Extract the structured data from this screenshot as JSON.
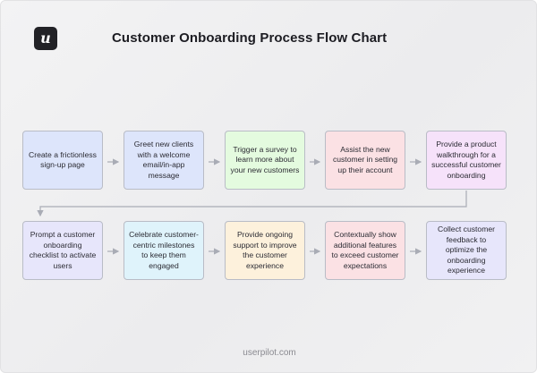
{
  "header": {
    "logo_glyph": "u",
    "title": "Customer Onboarding Process Flow Chart"
  },
  "steps": [
    {
      "label": "Create a frictionless sign-up page"
    },
    {
      "label": "Greet new clients with a welcome email/in-app message"
    },
    {
      "label": "Trigger a survey to learn more about your new customers"
    },
    {
      "label": "Assist the new customer in setting up their account"
    },
    {
      "label": "Provide a product walkthrough for a successful customer onboarding"
    },
    {
      "label": "Prompt a customer onboarding checklist to activate users"
    },
    {
      "label": "Celebrate customer-centric milestones to keep them engaged"
    },
    {
      "label": "Provide ongoing support to improve the customer experience"
    },
    {
      "label": "Contextually show additional features to exceed customer expectations"
    },
    {
      "label": "Collect customer feedback to optimize the onboarding experience"
    }
  ],
  "footer": {
    "text": "userpilot.com"
  },
  "colors": {
    "arrow": "#a9acb5",
    "border": "#b9bcc6"
  }
}
